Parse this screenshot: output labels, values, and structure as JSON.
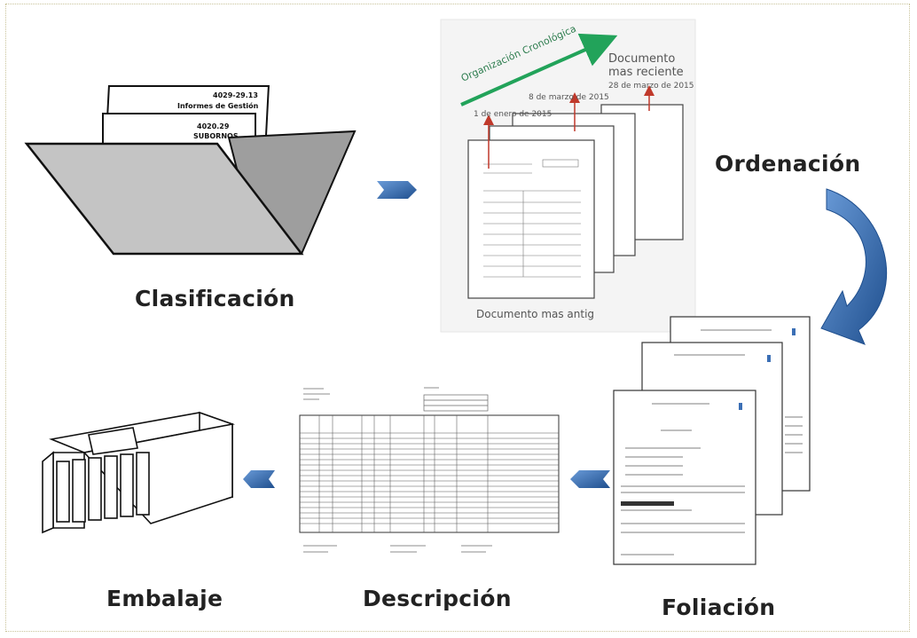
{
  "steps": {
    "clasificacion": "Clasificación",
    "ordenacion": "Ordenación",
    "foliacion": "Foliación",
    "descripcion": "Descripción",
    "embalaje": "Embalaje"
  },
  "folder": {
    "doc_back_code": "4029-29.13",
    "doc_back_title": "Informes de Gestión",
    "doc_front_code": "4020.29",
    "doc_front_title": "SUBORNOS"
  },
  "ordenacion_detail": {
    "arrow_label": "Organización Cronológica",
    "newest_line1": "Documento",
    "newest_line2": "mas reciente",
    "newest_date": "28 de marzo de 2015",
    "mid_date": "8 de marzo de 2015",
    "old_date": "1 de enero de 2015",
    "oldest_label": "Documento mas antig"
  },
  "colors": {
    "blue_arrow": "#2f63a6",
    "green_arrow": "#22a35a",
    "red_arrow": "#c0392b",
    "folder_fill": "#bdbdbd",
    "frame": "#c9c39a"
  }
}
